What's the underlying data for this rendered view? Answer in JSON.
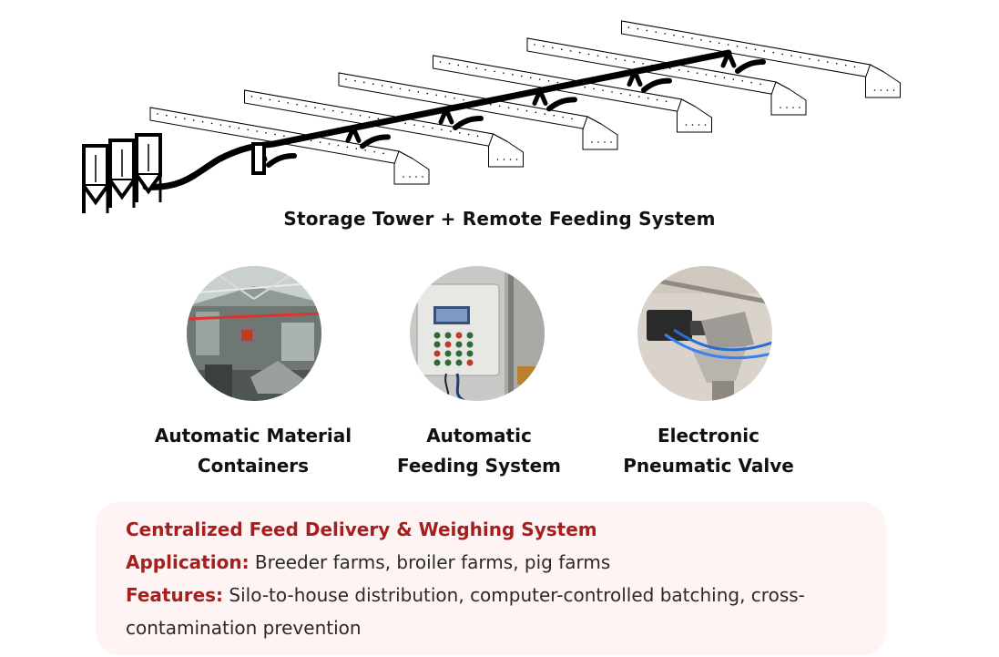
{
  "diagram": {
    "caption": "Storage Tower + Remote Feeding System",
    "houses": 6,
    "silos": 3
  },
  "components": [
    {
      "id": "material-containers",
      "line1": "Automatic Material",
      "line2": "Containers"
    },
    {
      "id": "feeding-system",
      "line1": "Automatic",
      "line2": "Feeding System"
    },
    {
      "id": "pneumatic-valve",
      "line1": "Electronic",
      "line2": "Pneumatic Valve"
    }
  ],
  "info": {
    "title": "Centralized Feed Delivery & Weighing System",
    "application_label": "Application:",
    "application_text": " Breeder farms, broiler farms, pig farms",
    "features_label": "Features:",
    "features_text": " Silo-to-house distribution, computer-controlled batching, cross-contamination prevention"
  },
  "colors": {
    "accent": "#a61e1e",
    "box_background": "#fdf4f3",
    "line": "#000000"
  },
  "icons": [
    "silo-icon",
    "poultry-house-icon",
    "feed-pipe-icon",
    "feeder-drop-icon"
  ]
}
